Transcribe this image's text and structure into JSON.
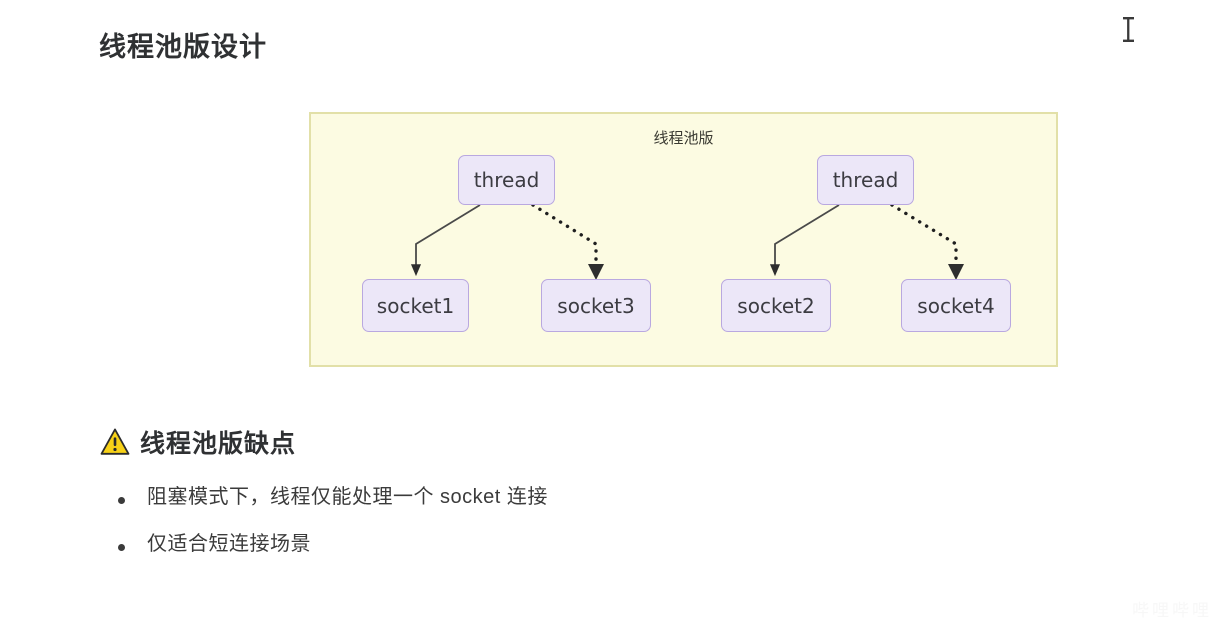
{
  "page": {
    "title": "线程池版设计",
    "background_color": "#ffffff"
  },
  "diagram": {
    "label": "线程池版",
    "box_fill": "#fcfbe2",
    "box_border": "#e2e0a8",
    "node_fill": "#ece7f8",
    "node_border": "#b9a8e0",
    "nodes": [
      {
        "id": "thread-left",
        "label": "thread"
      },
      {
        "id": "thread-right",
        "label": "thread"
      },
      {
        "id": "socket1",
        "label": "socket1"
      },
      {
        "id": "socket3",
        "label": "socket3"
      },
      {
        "id": "socket2",
        "label": "socket2"
      },
      {
        "id": "socket4",
        "label": "socket4"
      }
    ],
    "edges": [
      {
        "from": "thread-left",
        "to": "socket1",
        "style": "solid"
      },
      {
        "from": "thread-left",
        "to": "socket3",
        "style": "dotted"
      },
      {
        "from": "thread-right",
        "to": "socket2",
        "style": "solid"
      },
      {
        "from": "thread-right",
        "to": "socket4",
        "style": "dotted"
      }
    ]
  },
  "section": {
    "icon": "warning-triangle-icon",
    "heading": "线程池版缺点",
    "bullets": [
      "阻塞模式下，线程仅能处理一个 socket 连接",
      "仅适合短连接场景"
    ]
  },
  "watermark": {
    "text": "哔哩哔哩"
  }
}
